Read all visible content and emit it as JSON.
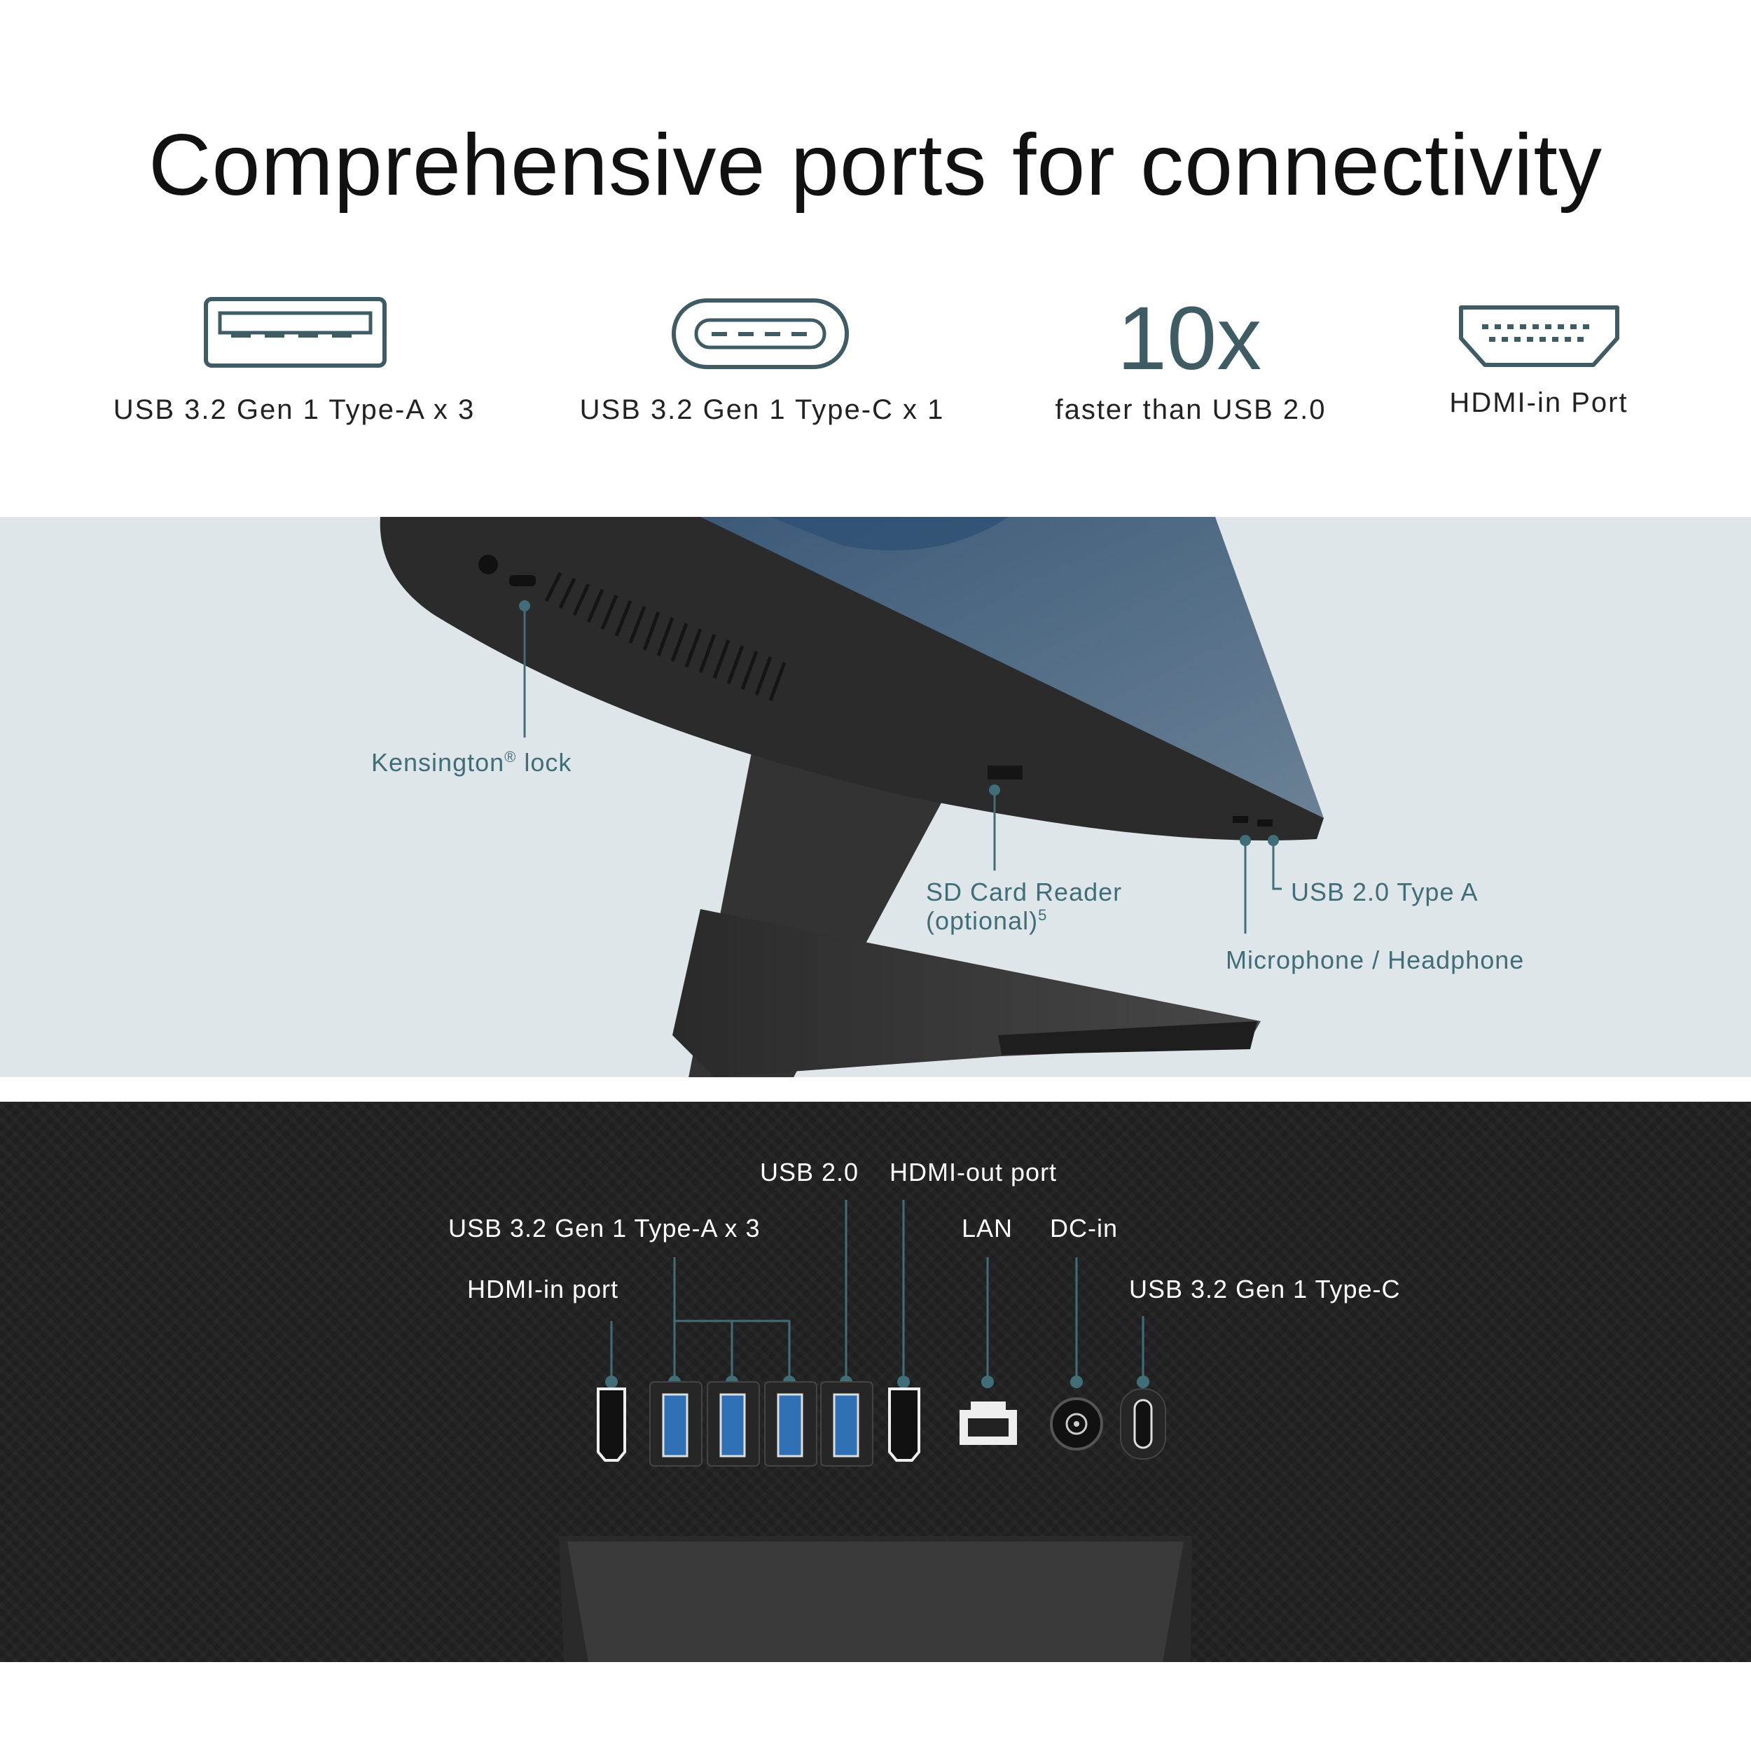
{
  "headline": "Comprehensive ports for connectivity",
  "features": [
    {
      "icon": "usb-type-a-icon",
      "label": "USB 3.2 Gen 1 Type-A x 3"
    },
    {
      "icon": "usb-type-c-icon",
      "label": "USB 3.2 Gen 1 Type-C x 1"
    },
    {
      "stat": "10x",
      "label": "faster than USB 2.0"
    },
    {
      "icon": "hdmi-icon",
      "label": "HDMI-in Port"
    }
  ],
  "side_view": {
    "kensington": "Kensington",
    "kensington_mark": "®",
    "kensington_suffix": " lock",
    "sd_card_line1": "SD Card Reader",
    "sd_card_line2": "(optional)",
    "sd_card_note": "5",
    "usb2": "USB 2.0 Type A",
    "audio": "Microphone / Headphone"
  },
  "rear_view": {
    "usb2": "USB 2.0",
    "hdmi_out": "HDMI-out port",
    "usb3a": "USB 3.2 Gen 1 Type-A x 3",
    "lan": "LAN",
    "dc_in": "DC-in",
    "hdmi_in": "HDMI-in port",
    "usb_c": "USB 3.2 Gen 1 Type-C"
  },
  "colors": {
    "accent": "#3f5c64",
    "label_teal": "#3f6e78",
    "side_bg": "#dfe6e9",
    "rear_bg": "#1f1f1f",
    "usb3_blue": "#2f6fb3"
  }
}
